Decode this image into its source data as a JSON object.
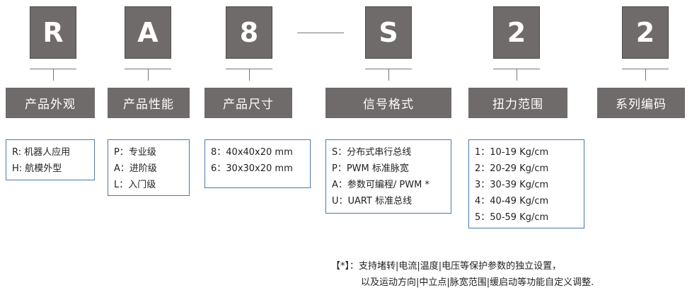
{
  "codes": [
    "R",
    "A",
    "8",
    "S",
    "2",
    "2"
  ],
  "labels": [
    "产品外观",
    "产品性能",
    "产品尺寸",
    "信号格式",
    "扭力范围",
    "系列编码"
  ],
  "details": {
    "appearance": [
      "R:  机器人应用",
      "H:  航模外型"
    ],
    "performance": [
      "P：专业级",
      "A：进阶级",
      "L：入门级"
    ],
    "size": [
      "8：40x40x20 mm",
      "6：30x30x20 mm"
    ],
    "signal": [
      "S：分布式串行总线",
      "P：PWM  标准脉宽",
      "A：参数可编程/ PWM *",
      "U：UART 标准总线"
    ],
    "torque": [
      "1：10-19 Kg/cm",
      "2：20-29 Kg/cm",
      "3：30-39 Kg/cm",
      "4：40-49 Kg/cm",
      "5：50-59 Kg/cm"
    ]
  },
  "footnote": {
    "line1": "【*】：支持堵转|电流|温度|电压等保护参数的独立设置，",
    "line2": "以及运动方向|中立点|脉宽范围|缓启动等功能自定义调整."
  }
}
